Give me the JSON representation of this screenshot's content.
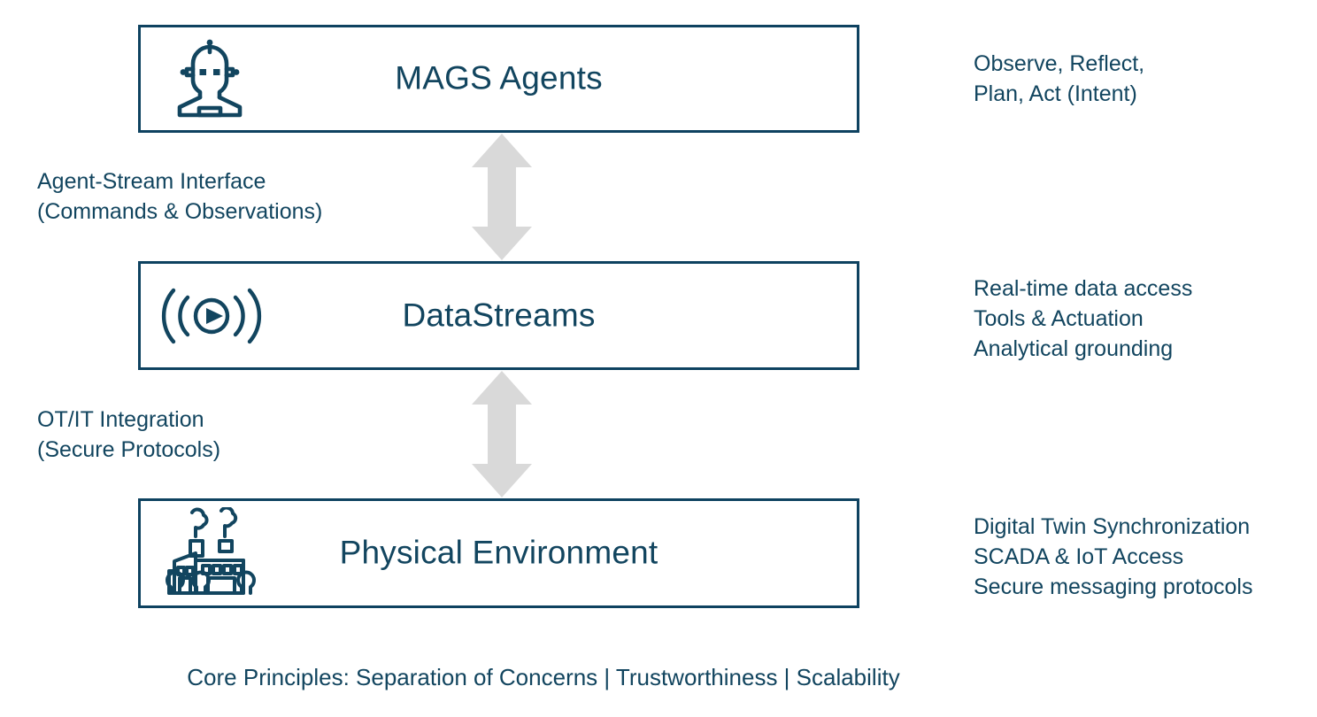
{
  "diagram": {
    "title": "MAGS Agents / DataStreams / Physical Environment layered architecture",
    "accent_color": "#12455f",
    "border_color": "#0e4260",
    "arrow_color": "#d9d9d9"
  },
  "layers": [
    {
      "id": "agents",
      "title": "MAGS Agents",
      "icon": "robot-head-icon",
      "annotation": "Observe, Reflect,\nPlan, Act (Intent)",
      "annotation_lines": [
        "Observe, Reflect,",
        "Plan, Act (Intent)"
      ]
    },
    {
      "id": "streams",
      "title": "DataStreams",
      "icon": "broadcast-stream-icon",
      "annotation": "Real-time data access\nTools & Actuation\nAnalytical grounding",
      "annotation_lines": [
        "Real-time data access",
        "Tools & Actuation",
        "Analytical grounding"
      ]
    },
    {
      "id": "physical",
      "title": "Physical Environment",
      "icon": "factory-icon",
      "annotation": "Digital Twin Synchronization\nSCADA & IoT Access\nSecure messaging protocols",
      "annotation_lines": [
        "Digital Twin Synchronization",
        "SCADA & IoT Access",
        "Secure messaging protocols"
      ]
    }
  ],
  "connectors": [
    {
      "id": "agents-streams",
      "icon": "double-headed-arrow-icon",
      "label": "Agent-Stream Interface\n(Commands & Observations)",
      "label_lines": [
        "Agent-Stream Interface",
        "(Commands & Observations)"
      ]
    },
    {
      "id": "streams-physical",
      "icon": "double-headed-arrow-icon",
      "label": "OT/IT Integration\n(Secure Protocols)",
      "label_lines": [
        "OT/IT Integration",
        "(Secure Protocols)"
      ]
    }
  ],
  "footer": {
    "text": "Core Principles: Separation of Concerns | Trustworthiness | Scalability"
  }
}
